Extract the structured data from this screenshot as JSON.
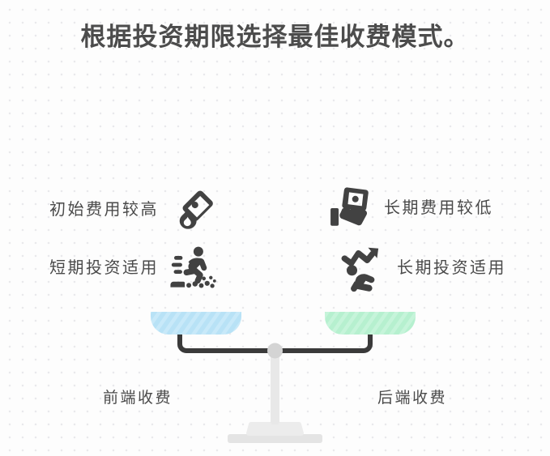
{
  "page": {
    "title": "根据投资期限选择最佳收费模式。",
    "background_color": "#fdfdfd",
    "dot_color": "#e9e9ec",
    "text_color": "#4a4a4a"
  },
  "left_side": {
    "caption": "前端收费",
    "pan_color": "#b8e2f6",
    "features": [
      {
        "label": "初始费用较高",
        "icon": "price-tag-flame-icon"
      },
      {
        "label": "短期投资适用",
        "icon": "sprinter-running-icon"
      }
    ]
  },
  "right_side": {
    "caption": "后端收费",
    "pan_color": "#b6f0cf",
    "features": [
      {
        "label": "长期费用较低",
        "icon": "hand-holding-money-icon"
      },
      {
        "label": "长期投资适用",
        "icon": "runner-growth-arrow-icon"
      }
    ]
  },
  "scale": {
    "beam_color": "#3a3a3a",
    "pivot_color": "#d6d6d6",
    "stand_color": "#e6e6e6"
  }
}
